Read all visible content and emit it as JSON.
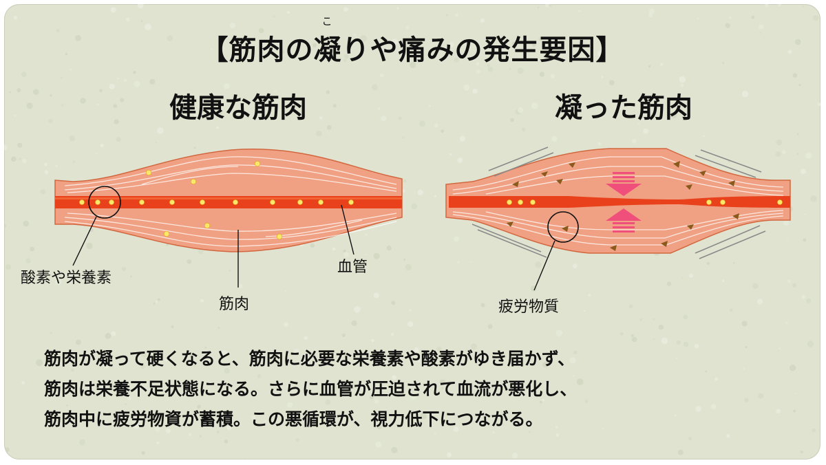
{
  "ruby": "こ",
  "title": "【筋肉の凝りや痛みの発生要因】",
  "left_panel": {
    "heading": "健康な筋肉",
    "labels": {
      "nutrients": "酸素や栄養素",
      "muscle": "筋肉",
      "vessel": "血管"
    }
  },
  "right_panel": {
    "heading": "凝った筋肉",
    "labels": {
      "fatigue": "疲労物質"
    }
  },
  "explanation": {
    "lines": [
      "筋肉が凝って硬くなると、筋肉に必要な栄養素や酸素がゆき届かず、",
      "筋肉は栄養不足状態になる。さらに血管が圧迫されて血流が悪化し、",
      "筋肉中に疲労物資が蓄積。この悪循環が、視力低下につながる。"
    ]
  },
  "colors": {
    "background": "#dfe3d0",
    "muscle_fill": "#f0a183",
    "muscle_edge": "#d2673f",
    "vessel": "#e8411c",
    "nutrient_dot": "#f9e86a",
    "fatigue_marker": "#8a5a1c",
    "pressure_arrow": "#ef4f7a"
  }
}
